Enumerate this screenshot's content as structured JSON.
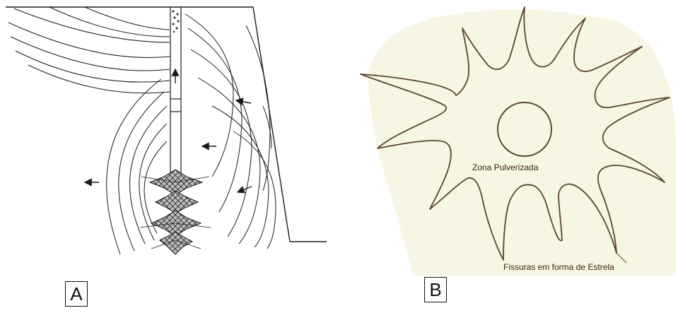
{
  "panels": {
    "a": {
      "label": "A"
    },
    "b": {
      "label": "B",
      "pulverized_zone_label": "Zona Pulverizada",
      "star_cracks_label": "Fissuras em forma de Estrela"
    }
  },
  "colors": {
    "line": "#1a1a1a",
    "panel_b_background": "#f7f5e3",
    "panel_b_stroke": "#5a4630",
    "panel_b_text": "#3a2410"
  }
}
